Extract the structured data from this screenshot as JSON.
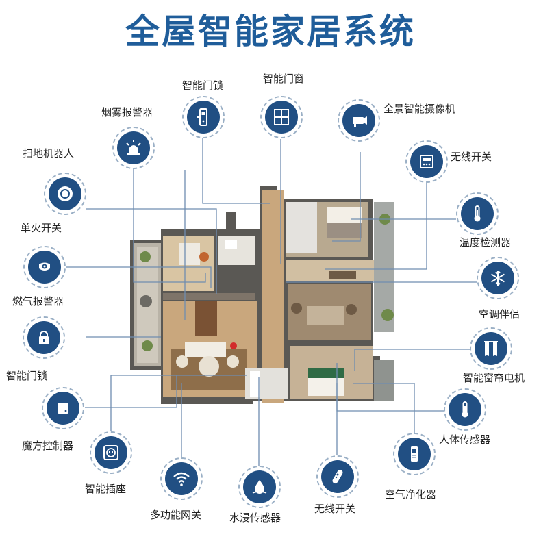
{
  "title": "全屋智能家居系统",
  "devices": {
    "lock_top": {
      "label": "智能门锁",
      "icon": "door-lock-icon"
    },
    "window": {
      "label": "智能门窗",
      "icon": "window-icon"
    },
    "camera": {
      "label": "全景智能摄像机",
      "icon": "camera-icon"
    },
    "smoke": {
      "label": "烟雾报警器",
      "icon": "alarm-light-icon"
    },
    "wireless_switch_top": {
      "label": "无线开关",
      "icon": "wireless-switch-panel-icon"
    },
    "robot": {
      "label": "扫地机器人",
      "icon": "robot-vacuum-icon"
    },
    "temp": {
      "label": "温度检测器",
      "icon": "thermometer-icon"
    },
    "single_switch": {
      "label": "单火开关",
      "icon": "single-switch-icon"
    },
    "gas": {
      "label": "燃气报警器",
      "icon": "gas-alarm-icon"
    },
    "ac": {
      "label": "空调伴侣",
      "icon": "snowflake-icon"
    },
    "lock_left": {
      "label": "智能门锁",
      "icon": "padlock-icon"
    },
    "curtain": {
      "label": "智能窗帘电机",
      "icon": "curtain-icon"
    },
    "cube": {
      "label": "魔方控制器",
      "icon": "cube-controller-icon"
    },
    "body_sensor": {
      "label": "人体传感器",
      "icon": "thermometer-icon"
    },
    "socket": {
      "label": "智能插座",
      "icon": "socket-icon"
    },
    "gateway": {
      "label": "多功能网关",
      "icon": "wifi-icon"
    },
    "water": {
      "label": "水浸传感器",
      "icon": "water-drop-icon"
    },
    "wireless_switch_bottom": {
      "label": "无线开关",
      "icon": "remote-icon"
    },
    "purifier": {
      "label": "空气净化器",
      "icon": "air-purifier-icon"
    }
  },
  "colors": {
    "title": "#1f5d9a",
    "icon_bg": "#214f83",
    "line": "#6f8db0"
  }
}
